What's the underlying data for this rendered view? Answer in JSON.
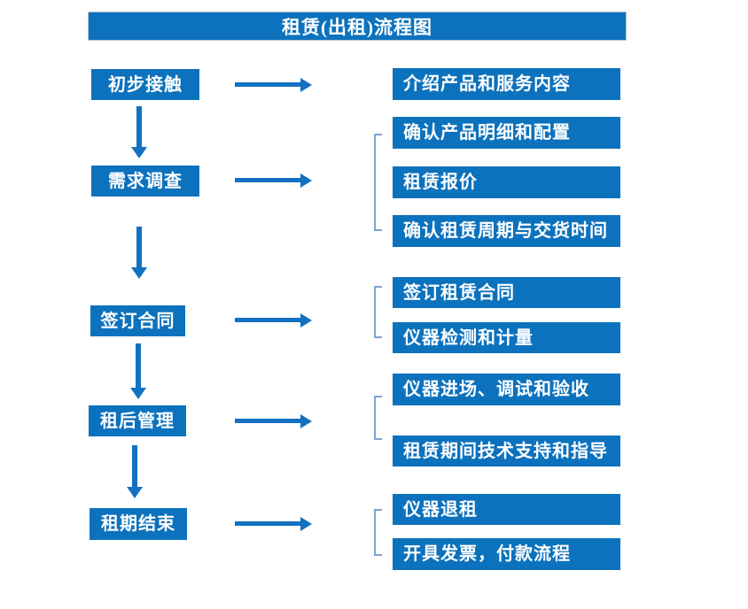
{
  "title": "租赁(出租)流程图",
  "colors": {
    "box_blue": "#0d72bd",
    "arrow_blue": "#1371c1",
    "bracket_blue": "#7da3d0",
    "text_white": "#ffffff",
    "background": "#ffffff"
  },
  "steps": [
    {
      "label": "初步接触",
      "details": [
        "介绍产品和服务内容"
      ]
    },
    {
      "label": "需求调查",
      "details": [
        "确认产品明细和配置",
        "租赁报价",
        "确认租赁周期与交货时间"
      ]
    },
    {
      "label": "签订合同",
      "details": [
        "签订租赁合同",
        "仪器检测和计量"
      ]
    },
    {
      "label": "租后管理",
      "details": [
        "仪器进场、调试和验收",
        "租赁期间技术支持和指导"
      ]
    },
    {
      "label": "租期结束",
      "details": [
        "仪器退租",
        "开具发票，付款流程"
      ]
    }
  ]
}
